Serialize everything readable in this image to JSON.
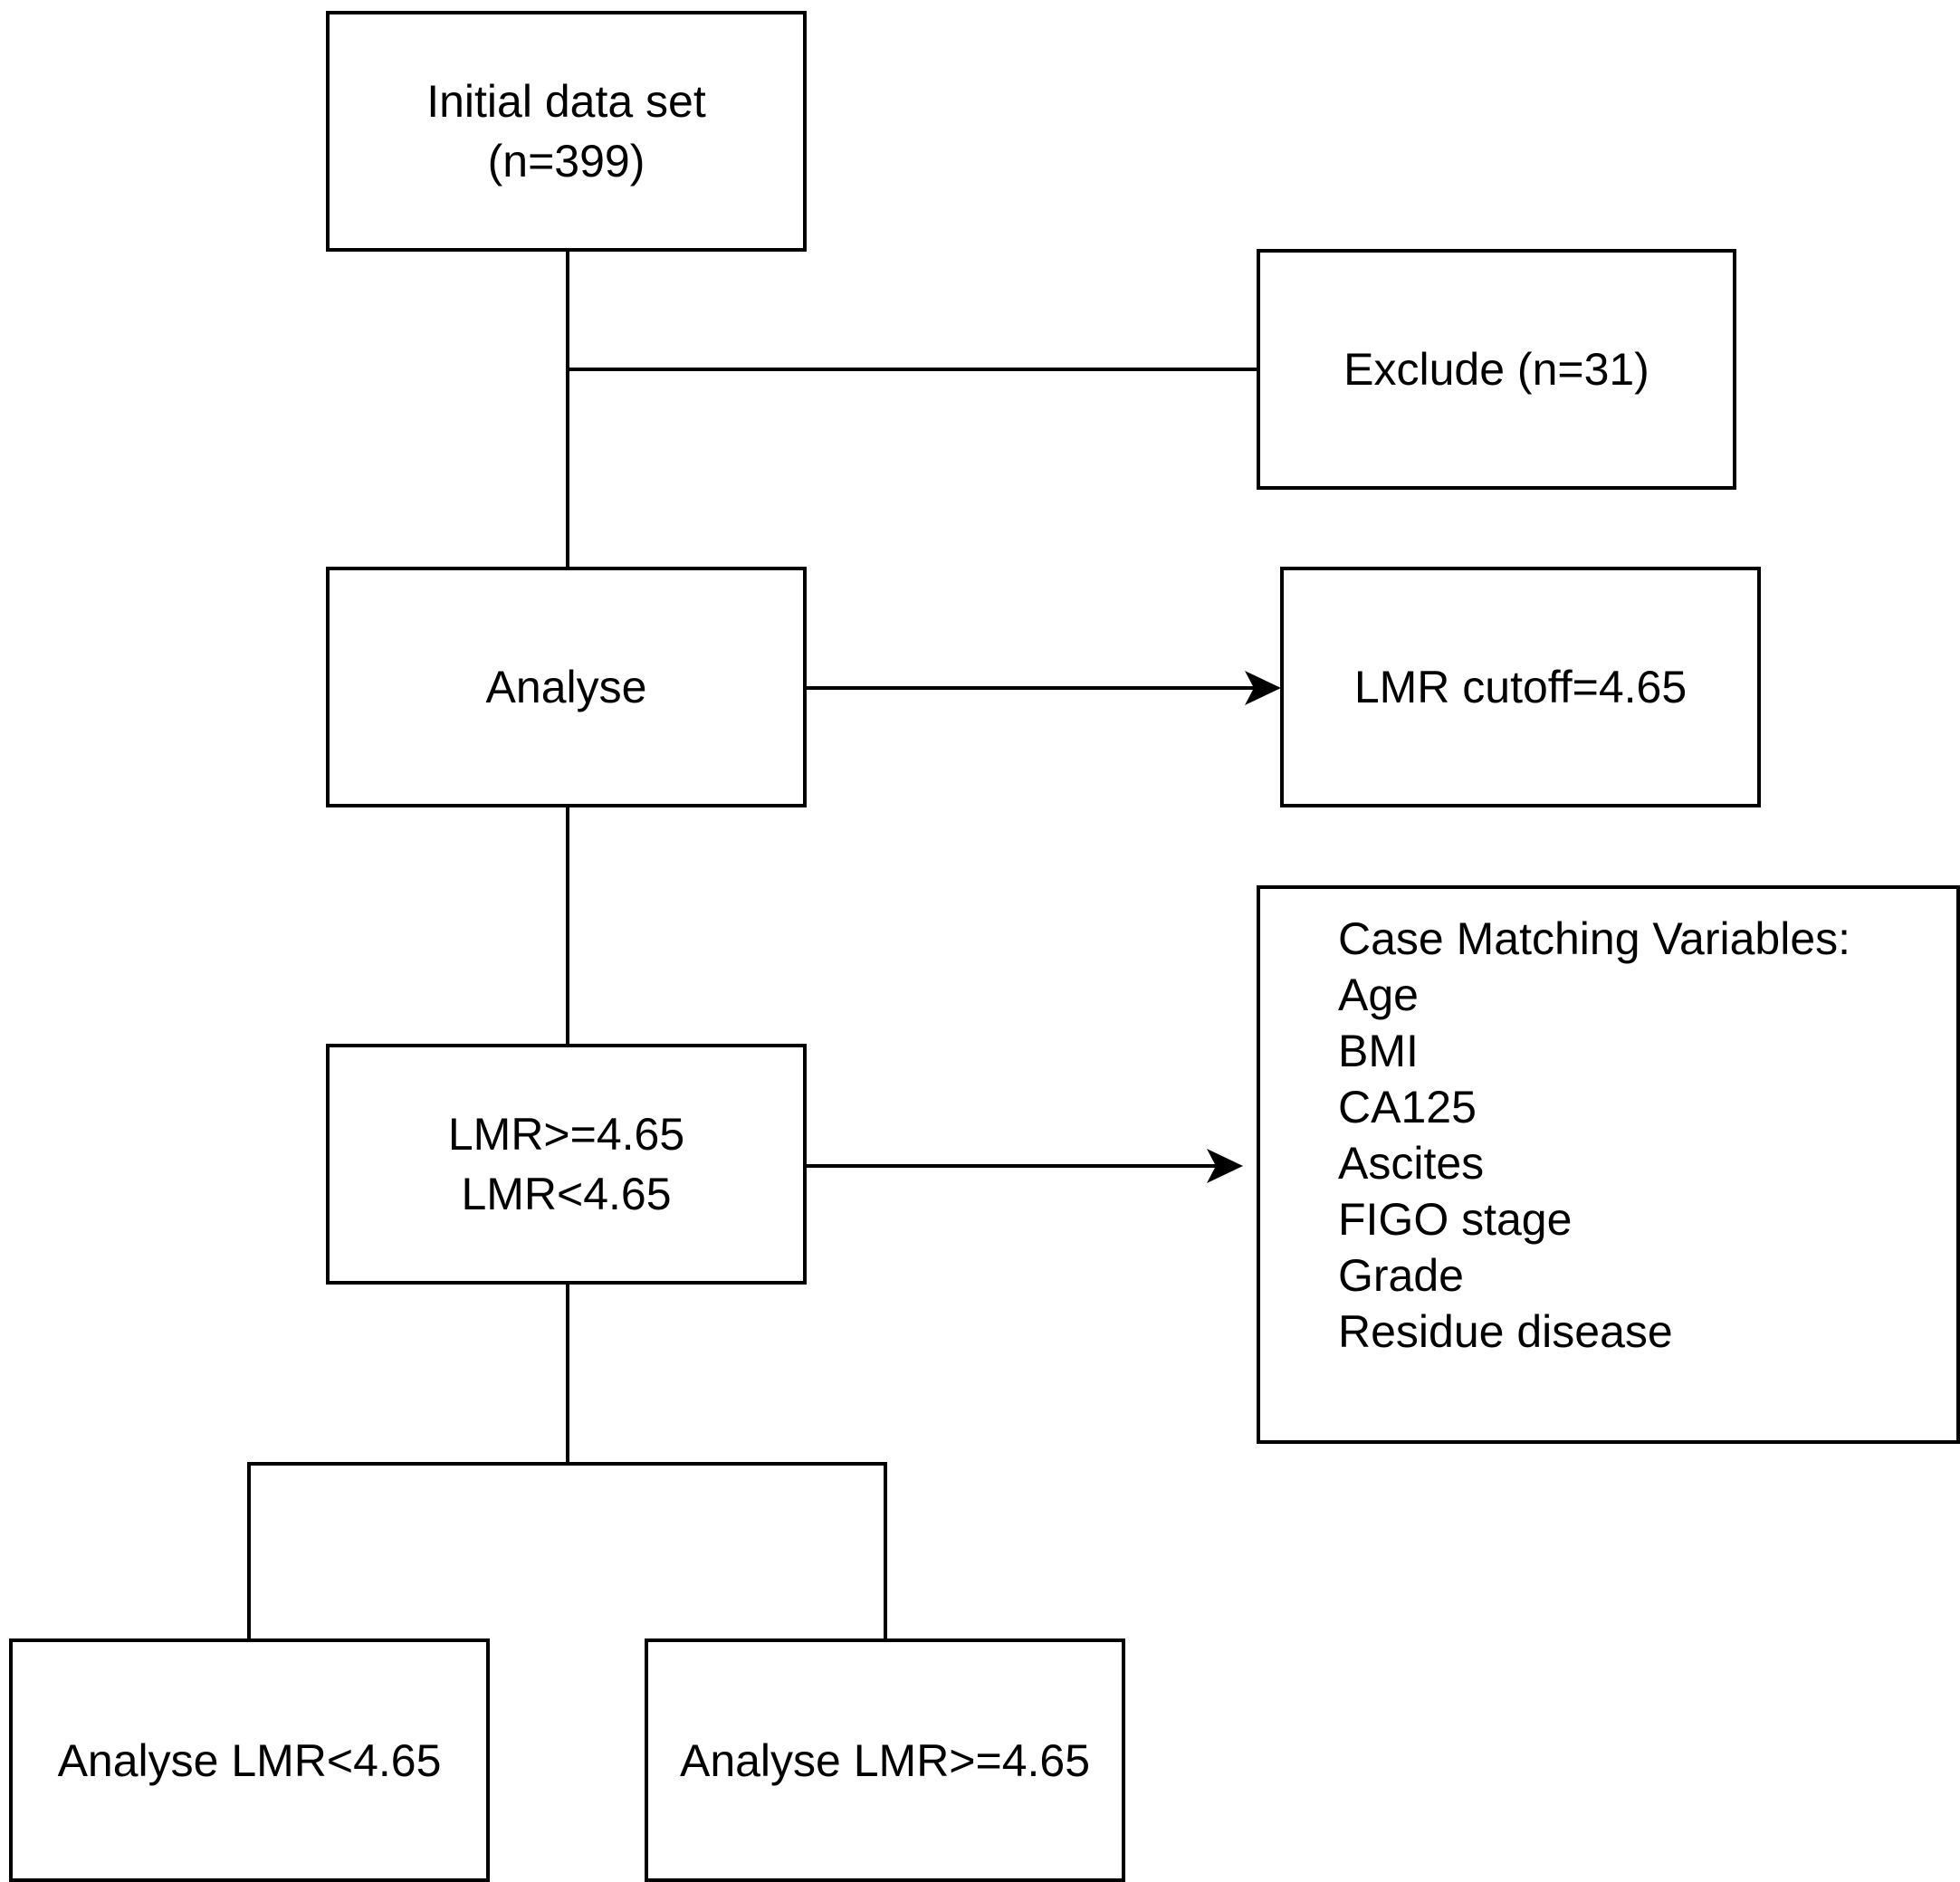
{
  "boxes": {
    "initial": {
      "line1": "Initial data set",
      "line2": "(n=399)"
    },
    "exclude": {
      "label": "Exclude (n=31)"
    },
    "analyse": {
      "label": "Analyse"
    },
    "cutoff": {
      "label": "LMR cutoff=4.65"
    },
    "split": {
      "line1": "LMR>=4.65",
      "line2": "LMR<4.65"
    },
    "matching": {
      "title": "Case Matching Variables:",
      "items": [
        "Age",
        "BMI",
        "CA125",
        "Ascites",
        "FIGO stage",
        "Grade",
        "Residue disease"
      ]
    },
    "low": {
      "label": "Analyse LMR<4.65"
    },
    "high": {
      "label": "Analyse LMR>=4.65"
    }
  }
}
